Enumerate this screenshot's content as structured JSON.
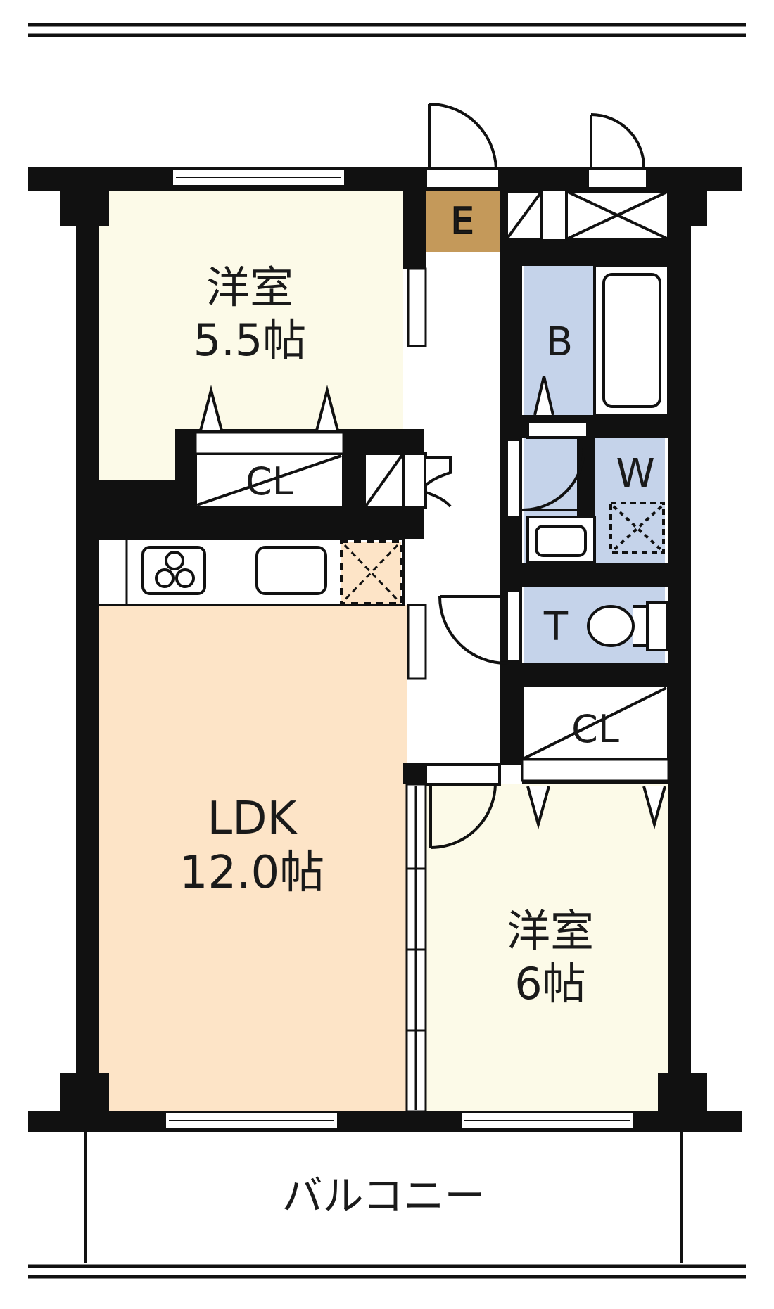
{
  "floorplan": {
    "rooms": {
      "western_room_1": {
        "name": "洋室",
        "size": "5.5帖"
      },
      "western_room_2": {
        "name": "洋室",
        "size": "6帖"
      },
      "ldk": {
        "name": "LDK",
        "size": "12.0帖"
      },
      "entrance": {
        "label": "E"
      },
      "bath": {
        "label": "B"
      },
      "washroom": {
        "label": "W"
      },
      "toilet": {
        "label": "T"
      },
      "closet_1": {
        "label": "CL"
      },
      "closet_2": {
        "label": "CL"
      },
      "balcony": {
        "label": "バルコニー"
      }
    },
    "colors": {
      "wall": "#111111",
      "western_room": "#fcfae8",
      "ldk": "#fde4c7",
      "wet_area": "#c5d3ea",
      "entrance": "#c4995a",
      "corridor": "#ffffff"
    }
  }
}
